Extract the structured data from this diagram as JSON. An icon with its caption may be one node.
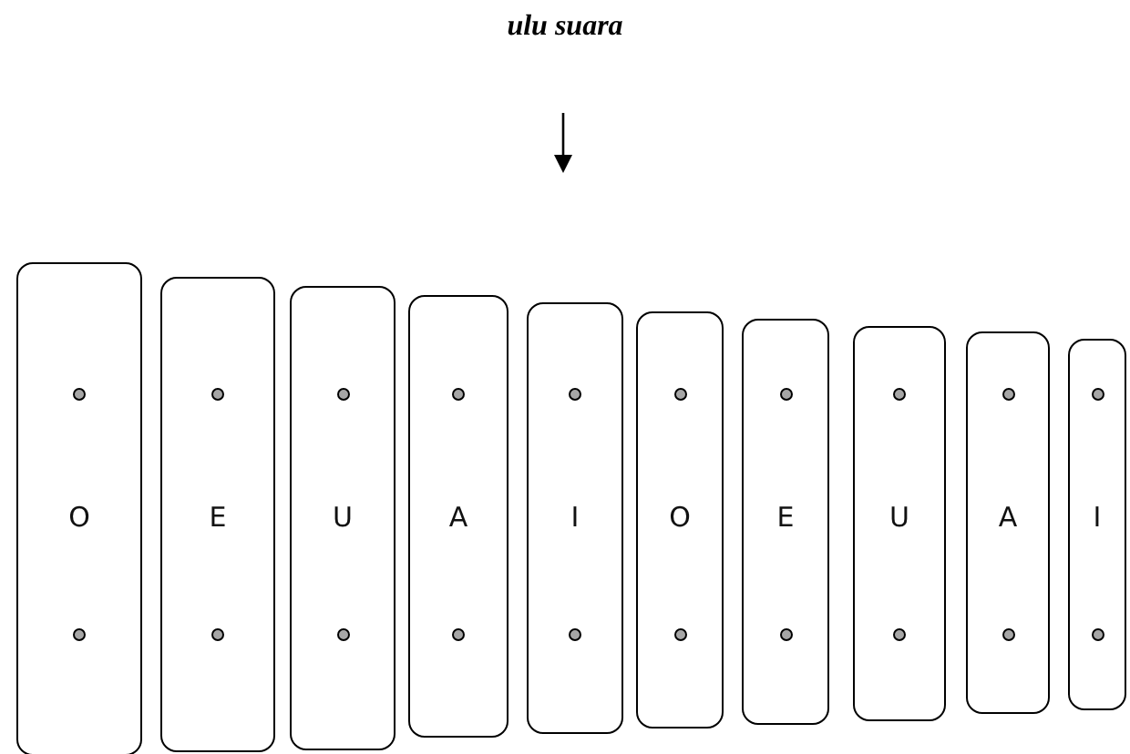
{
  "diagram": {
    "nodes": [
      {
        "text": [
          "O"
        ]
      },
      {
        "text": [
          "E"
        ]
      },
      {
        "text": [
          "U"
        ]
      },
      {
        "text": [
          "A"
        ]
      },
      {
        "text": [
          "I"
        ]
      },
      {
        "text": [
          "O"
        ]
      },
      {
        "text": [
          "E"
        ]
      },
      {
        "text": [
          "U"
        ]
      },
      {
        "text": [
          "A"
        ]
      },
      {
        "text": [
          "I"
        ]
      }
    ],
    "labels": [
      "ulu suara"
    ]
  }
}
